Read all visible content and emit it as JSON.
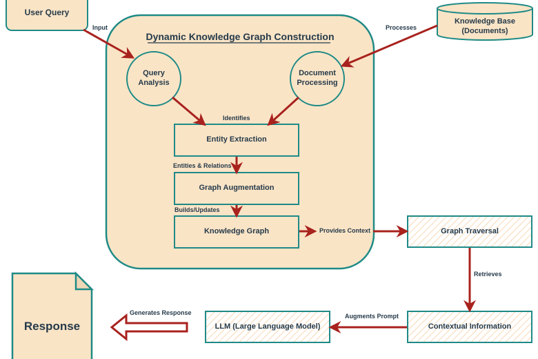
{
  "colors": {
    "fill": "#fae4c6",
    "stroke": "#1e8a86",
    "arrow": "#a8221e",
    "text": "#253a4a",
    "hatch": "#f8d8b6"
  },
  "container": {
    "title": "Dynamic Knowledge Graph Construction"
  },
  "nodes": {
    "user_query": "User Query",
    "knowledge_base_line1": "Knowledge Base",
    "knowledge_base_line2": "(Documents)",
    "query_analysis_line1": "Query",
    "query_analysis_line2": "Analysis",
    "document_processing_line1": "Document",
    "document_processing_line2": "Processing",
    "entity_extraction": "Entity Extraction",
    "graph_augmentation": "Graph Augmentation",
    "knowledge_graph": "Knowledge Graph",
    "graph_traversal": "Graph Traversal",
    "contextual_information": "Contextual Information",
    "llm": "LLM (Large Language Model)",
    "response": "Response"
  },
  "edges": {
    "input": "Input",
    "processes": "Processes",
    "identifies": "Identifies",
    "entities_relations": "Entities & Relations",
    "builds_updates": "Builds/Updates",
    "provides_context": "Provides Context",
    "retrieves": "Retrieves",
    "augments_prompt": "Augments Prompt",
    "generates_response": "Generates Response"
  }
}
